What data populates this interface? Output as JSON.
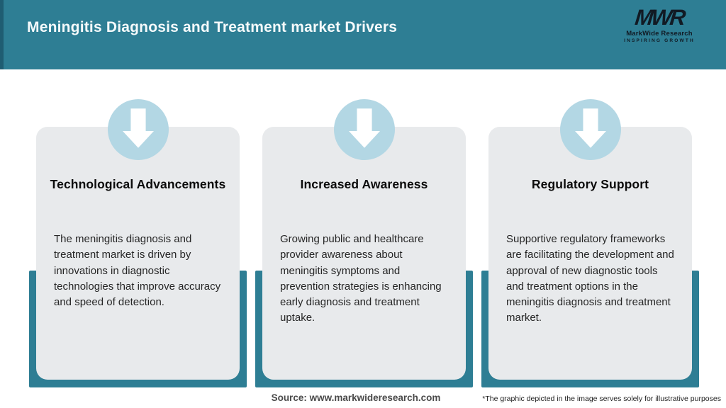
{
  "header": {
    "title": "Meningitis Diagnosis and Treatment market Drivers",
    "logo": {
      "acronym": "MWR",
      "name": "MarkWide Research",
      "tagline": "INSPIRING GROWTH"
    }
  },
  "cards": [
    {
      "icon": "down-arrow",
      "title": "Technological Advancements",
      "description": "The meningitis diagnosis and treatment market is driven by innovations in diagnostic technologies that improve accuracy and speed of detection."
    },
    {
      "icon": "down-arrow",
      "title": "Increased Awareness",
      "description": "Growing public and healthcare provider awareness about meningitis symptoms and prevention strategies is enhancing early diagnosis and treatment uptake."
    },
    {
      "icon": "down-arrow",
      "title": "Regulatory Support",
      "description": "Supportive regulatory frameworks are facilitating the development and approval of new diagnostic tools and treatment options in the meningitis diagnosis and treatment market."
    }
  ],
  "footer": {
    "source": "Source: www.markwideresearch.com",
    "disclaimer": "*The graphic depicted in the image serves solely for illustrative purposes"
  },
  "colors": {
    "accent": "#2E7E94",
    "accent_dark": "#1F5D72",
    "circle_blue": "#B3D7E4",
    "card_bg": "#E8EAEC",
    "logo_dark": "#111A24",
    "title_white": "#F5FAFB",
    "body_text": "#262626",
    "source_gray": "#4A4A4A"
  }
}
